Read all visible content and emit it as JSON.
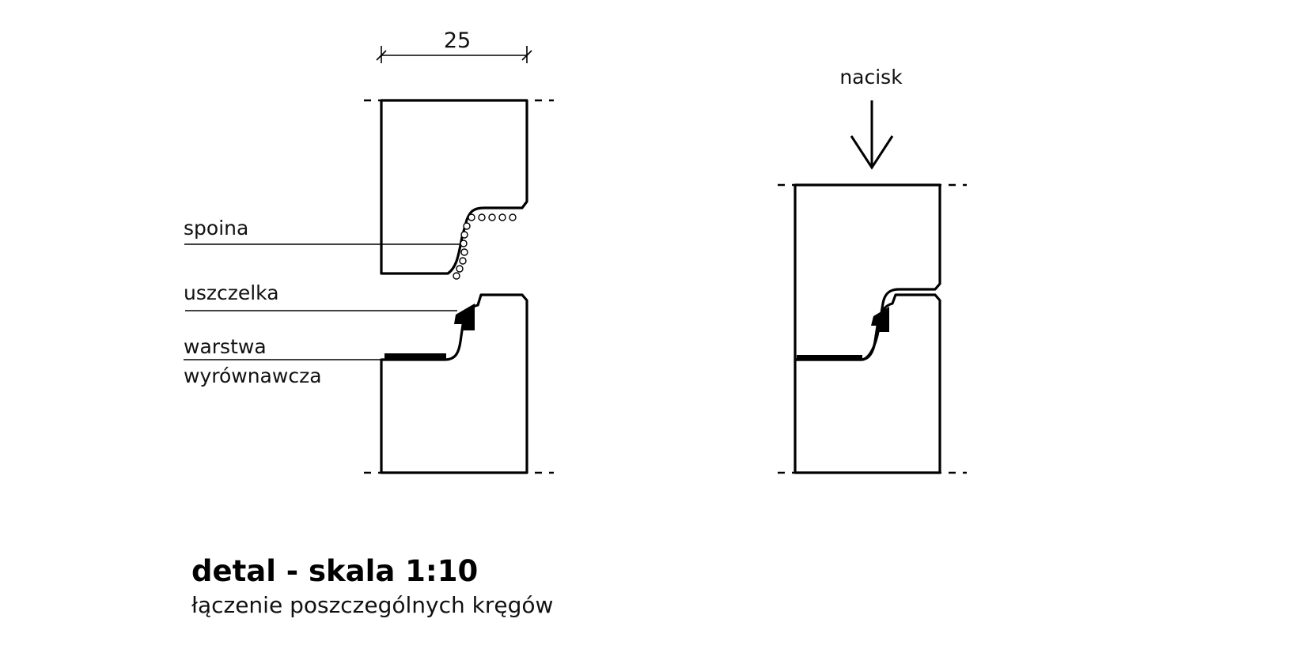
{
  "dimension": {
    "value": "25"
  },
  "labels": {
    "spoina": "spoina",
    "uszczelka": "uszczelka",
    "warstwa_line1": "warstwa",
    "warstwa_line2": "wyrównawcza",
    "nacisk": "nacisk"
  },
  "caption": {
    "title": "detal - skala 1:10",
    "subtitle": "łączenie poszczególnych kręgów"
  }
}
